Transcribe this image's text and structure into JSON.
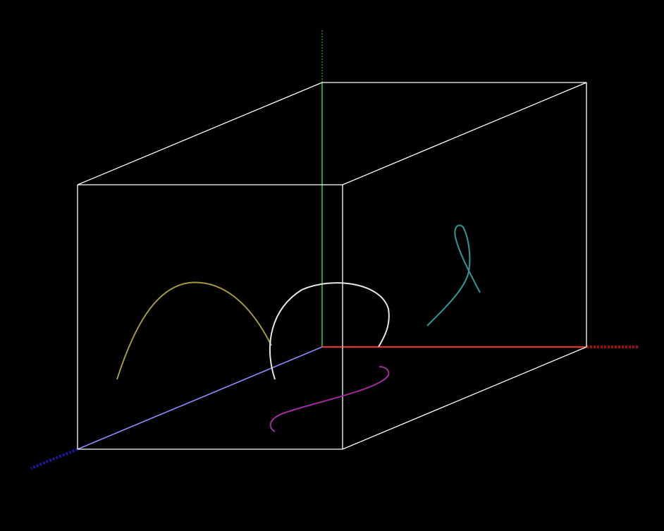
{
  "scene": {
    "background": "#000000",
    "box_color": "#ffffff",
    "axes": {
      "x": {
        "color": "#ff2a2a",
        "dim_color": "#a01010"
      },
      "y": {
        "color": "#3ad13a",
        "dim_color": "#1a6a1a"
      },
      "z": {
        "color": "#8a8aff",
        "dim_color": "#1a1aa0"
      }
    },
    "curves": [
      {
        "id": "olive-arch",
        "color": "#a39a3c"
      },
      {
        "id": "white-loop",
        "color": "#e6e6e6"
      },
      {
        "id": "teal-loop",
        "color": "#2a9a9a"
      },
      {
        "id": "magenta-s",
        "color": "#a02ca0"
      }
    ]
  }
}
